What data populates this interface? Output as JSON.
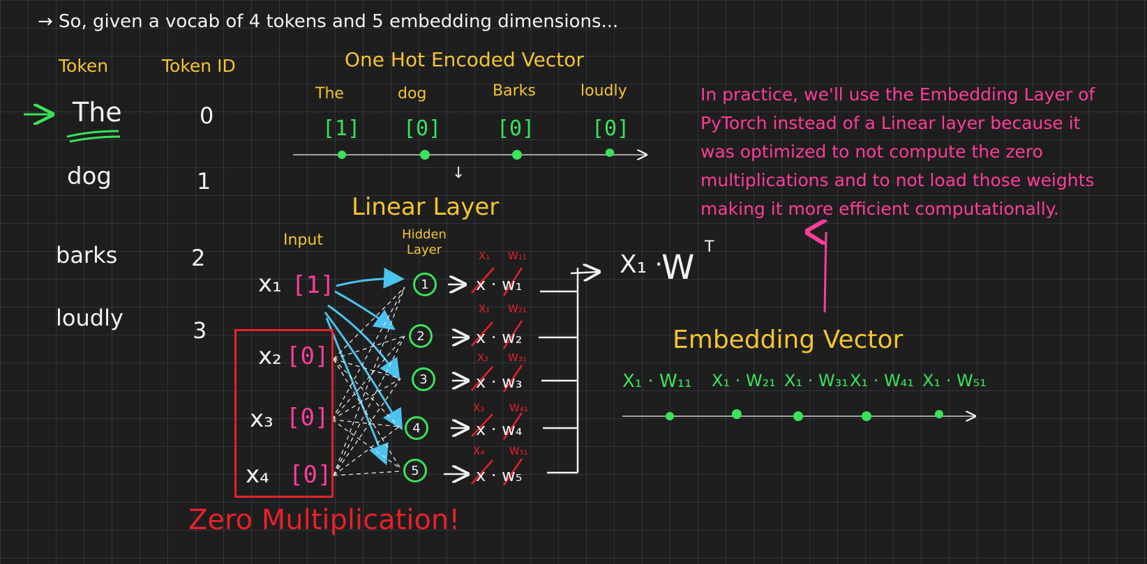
{
  "intro": "→ So, given a vocab of 4 tokens and 5 embedding dimensions...",
  "token_table": {
    "header_token": "Token",
    "header_id": "Token ID",
    "rows": [
      {
        "token": "The",
        "id": "0"
      },
      {
        "token": "dog",
        "id": "1"
      },
      {
        "token": "barks",
        "id": "2"
      },
      {
        "token": "loudly",
        "id": "3"
      }
    ]
  },
  "one_hot": {
    "title": "One Hot Encoded Vector",
    "items": [
      {
        "label": "The",
        "value": "[1]"
      },
      {
        "label": "dog",
        "value": "[0]"
      },
      {
        "label": "Barks",
        "value": "[0]"
      },
      {
        "label": "loudly",
        "value": "[0]"
      }
    ],
    "arrow_down": "↓"
  },
  "network": {
    "title": "Linear Layer",
    "input_label": "Input",
    "hidden_label": "Hidden Layer",
    "inputs": [
      {
        "name": "x₁",
        "value": "[1]"
      },
      {
        "name": "x₂",
        "value": "[0]"
      },
      {
        "name": "x₃",
        "value": "[0]"
      },
      {
        "name": "x₄",
        "value": "[0]"
      }
    ],
    "nodes": [
      "1",
      "2",
      "3",
      "4",
      "5"
    ],
    "products": [
      "x · w₁",
      "x · w₂",
      "x · w₃",
      "x · w₄",
      "x · w₅"
    ],
    "red_notes": [
      {
        "x": "X₁",
        "w": "W₁₁"
      },
      {
        "x": "X₁",
        "w": "W₂₁"
      },
      {
        "x": "X₂",
        "w": "W₃₁"
      },
      {
        "x": "X₃",
        "w": "W₄₁"
      },
      {
        "x": "X₄",
        "w": "W₅₁"
      }
    ],
    "result_x": "X₁ ·",
    "result_w": "W",
    "result_sup": "T",
    "zero_note": "Zero Multiplication!"
  },
  "note": "In practice, we'll use the Embedding Layer of PyTorch instead of a Linear layer because it was optimized to not compute the zero multiplications and to not load those weights making it more efficient computationally.",
  "embedding": {
    "title": "Embedding Vector",
    "items": [
      "X₁ · W₁₁",
      "X₁ · W₂₁",
      "X₁ · W₃₁",
      "X₁ · W₄₁",
      "X₁ · W₅₁"
    ]
  }
}
